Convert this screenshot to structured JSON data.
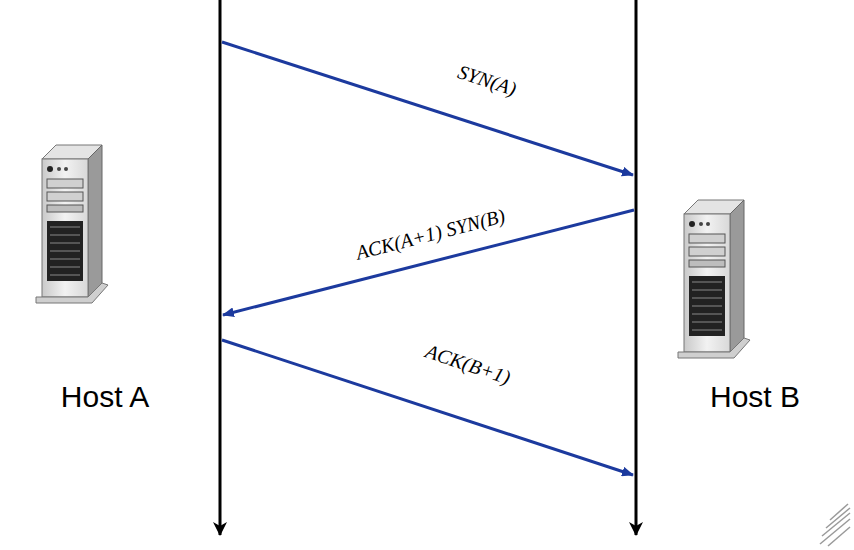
{
  "diagram": {
    "labels": [
      "SYN(A)",
      "ACK(A+1) SYN(B)",
      "ACK(B+1)",
      "Host A",
      "Host B"
    ]
  }
}
